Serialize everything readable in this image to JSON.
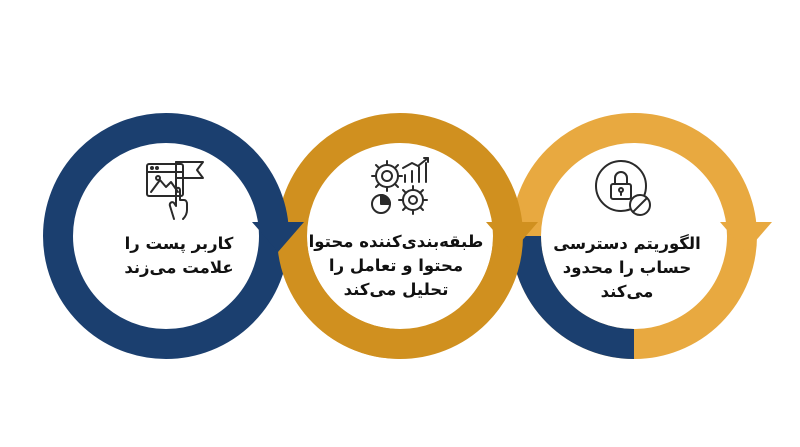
{
  "colors": {
    "navy": "#1b3f6f",
    "ochre": "#d0901f",
    "gold": "#e8a940",
    "icon_stroke": "#2a2a2a",
    "text": "#111111",
    "background": "#ffffff"
  },
  "steps": [
    {
      "icon": "flag-report-icon",
      "ring_color": "navy",
      "text_lines": [
        "کاربر پست را",
        "علامت می‌زند"
      ]
    },
    {
      "icon": "gears-analytics-icon",
      "ring_color": "ochre",
      "text_lines": [
        "طبقه‌بندی‌کننده محتوا",
        "محتوا و تعامل را",
        "تحلیل می‌کند"
      ]
    },
    {
      "icon": "lock-restricted-icon",
      "ring_color": "gold",
      "text_lines": [
        "الگوریتم دسترسی",
        "حساب را محدود",
        "می‌کند"
      ]
    }
  ]
}
